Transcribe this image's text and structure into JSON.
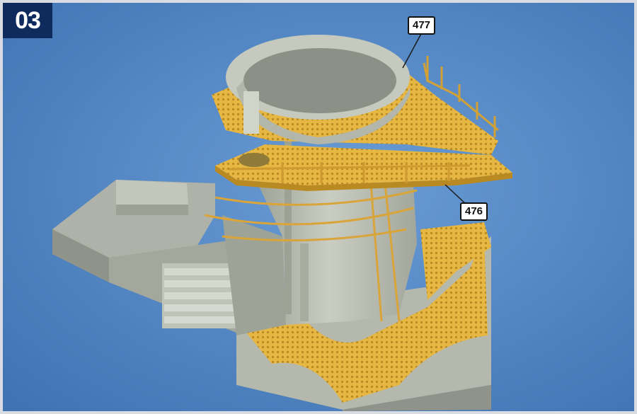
{
  "step": {
    "number": "03"
  },
  "callouts": [
    {
      "label": "477"
    },
    {
      "label": "476"
    }
  ],
  "colors": {
    "background": "#4f86c4",
    "resin_grey": "#b9bdb3",
    "photo_etch_brass": "#e6b743",
    "badge": "#0f2a5c"
  }
}
